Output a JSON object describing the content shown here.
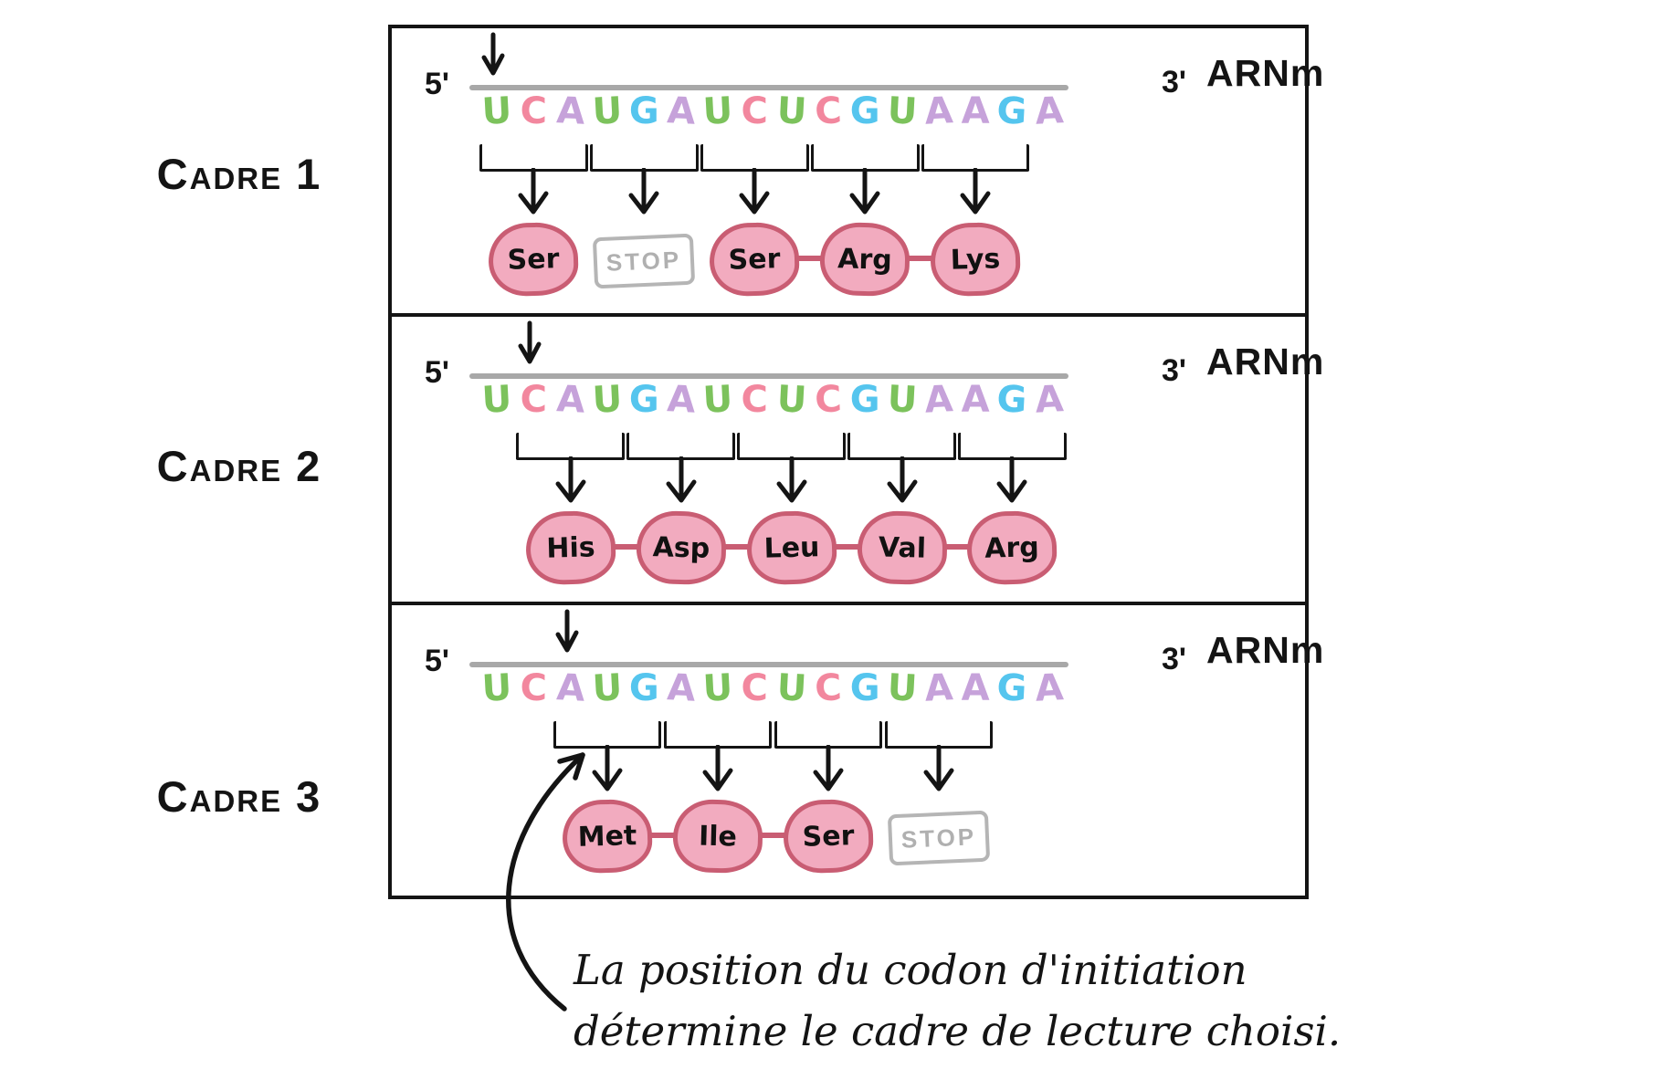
{
  "sequence": [
    "U",
    "C",
    "A",
    "U",
    "G",
    "A",
    "U",
    "C",
    "U",
    "C",
    "G",
    "U",
    "A",
    "A",
    "G",
    "A"
  ],
  "nucleotide_colors": {
    "U": "#7cc25c",
    "C": "#f2879e",
    "A": "#c6a2da",
    "G": "#55c5ee"
  },
  "colors": {
    "ink": "#141414",
    "mrna_line": "#a8a8a8",
    "bubble_fill": "#f2abbf",
    "bubble_border": "#c95d73",
    "peptide_link": "#c95d73",
    "stop_gray": "#b5b5b5",
    "stop_text": "#b0b0b0"
  },
  "strand_labels": {
    "five_prime": "5'",
    "three_prime": "3'",
    "mrna": "ARNm"
  },
  "frames": [
    {
      "label": "Cadre 1",
      "start_index": 0,
      "products": [
        {
          "name": "Ser",
          "type": "aa",
          "linked_next": false
        },
        {
          "name": "STOP",
          "type": "stop",
          "linked_next": false
        },
        {
          "name": "Ser",
          "type": "aa",
          "linked_next": true
        },
        {
          "name": "Arg",
          "type": "aa",
          "linked_next": true
        },
        {
          "name": "Lys",
          "type": "aa",
          "linked_next": false
        }
      ]
    },
    {
      "label": "Cadre 2",
      "start_index": 1,
      "products": [
        {
          "name": "His",
          "type": "aa",
          "linked_next": true
        },
        {
          "name": "Asp",
          "type": "aa",
          "linked_next": true
        },
        {
          "name": "Leu",
          "type": "aa",
          "linked_next": true
        },
        {
          "name": "Val",
          "type": "aa",
          "linked_next": true
        },
        {
          "name": "Arg",
          "type": "aa",
          "linked_next": false
        }
      ]
    },
    {
      "label": "Cadre 3",
      "start_index": 2,
      "products": [
        {
          "name": "Met",
          "type": "aa",
          "linked_next": true
        },
        {
          "name": "Ile",
          "type": "aa",
          "linked_next": true
        },
        {
          "name": "Ser",
          "type": "aa",
          "linked_next": false
        },
        {
          "name": "STOP",
          "type": "stop",
          "linked_next": false
        }
      ]
    }
  ],
  "annotation": {
    "line1": "La position du codon d'initiation",
    "line2": "détermine le cadre de lecture choisi."
  }
}
